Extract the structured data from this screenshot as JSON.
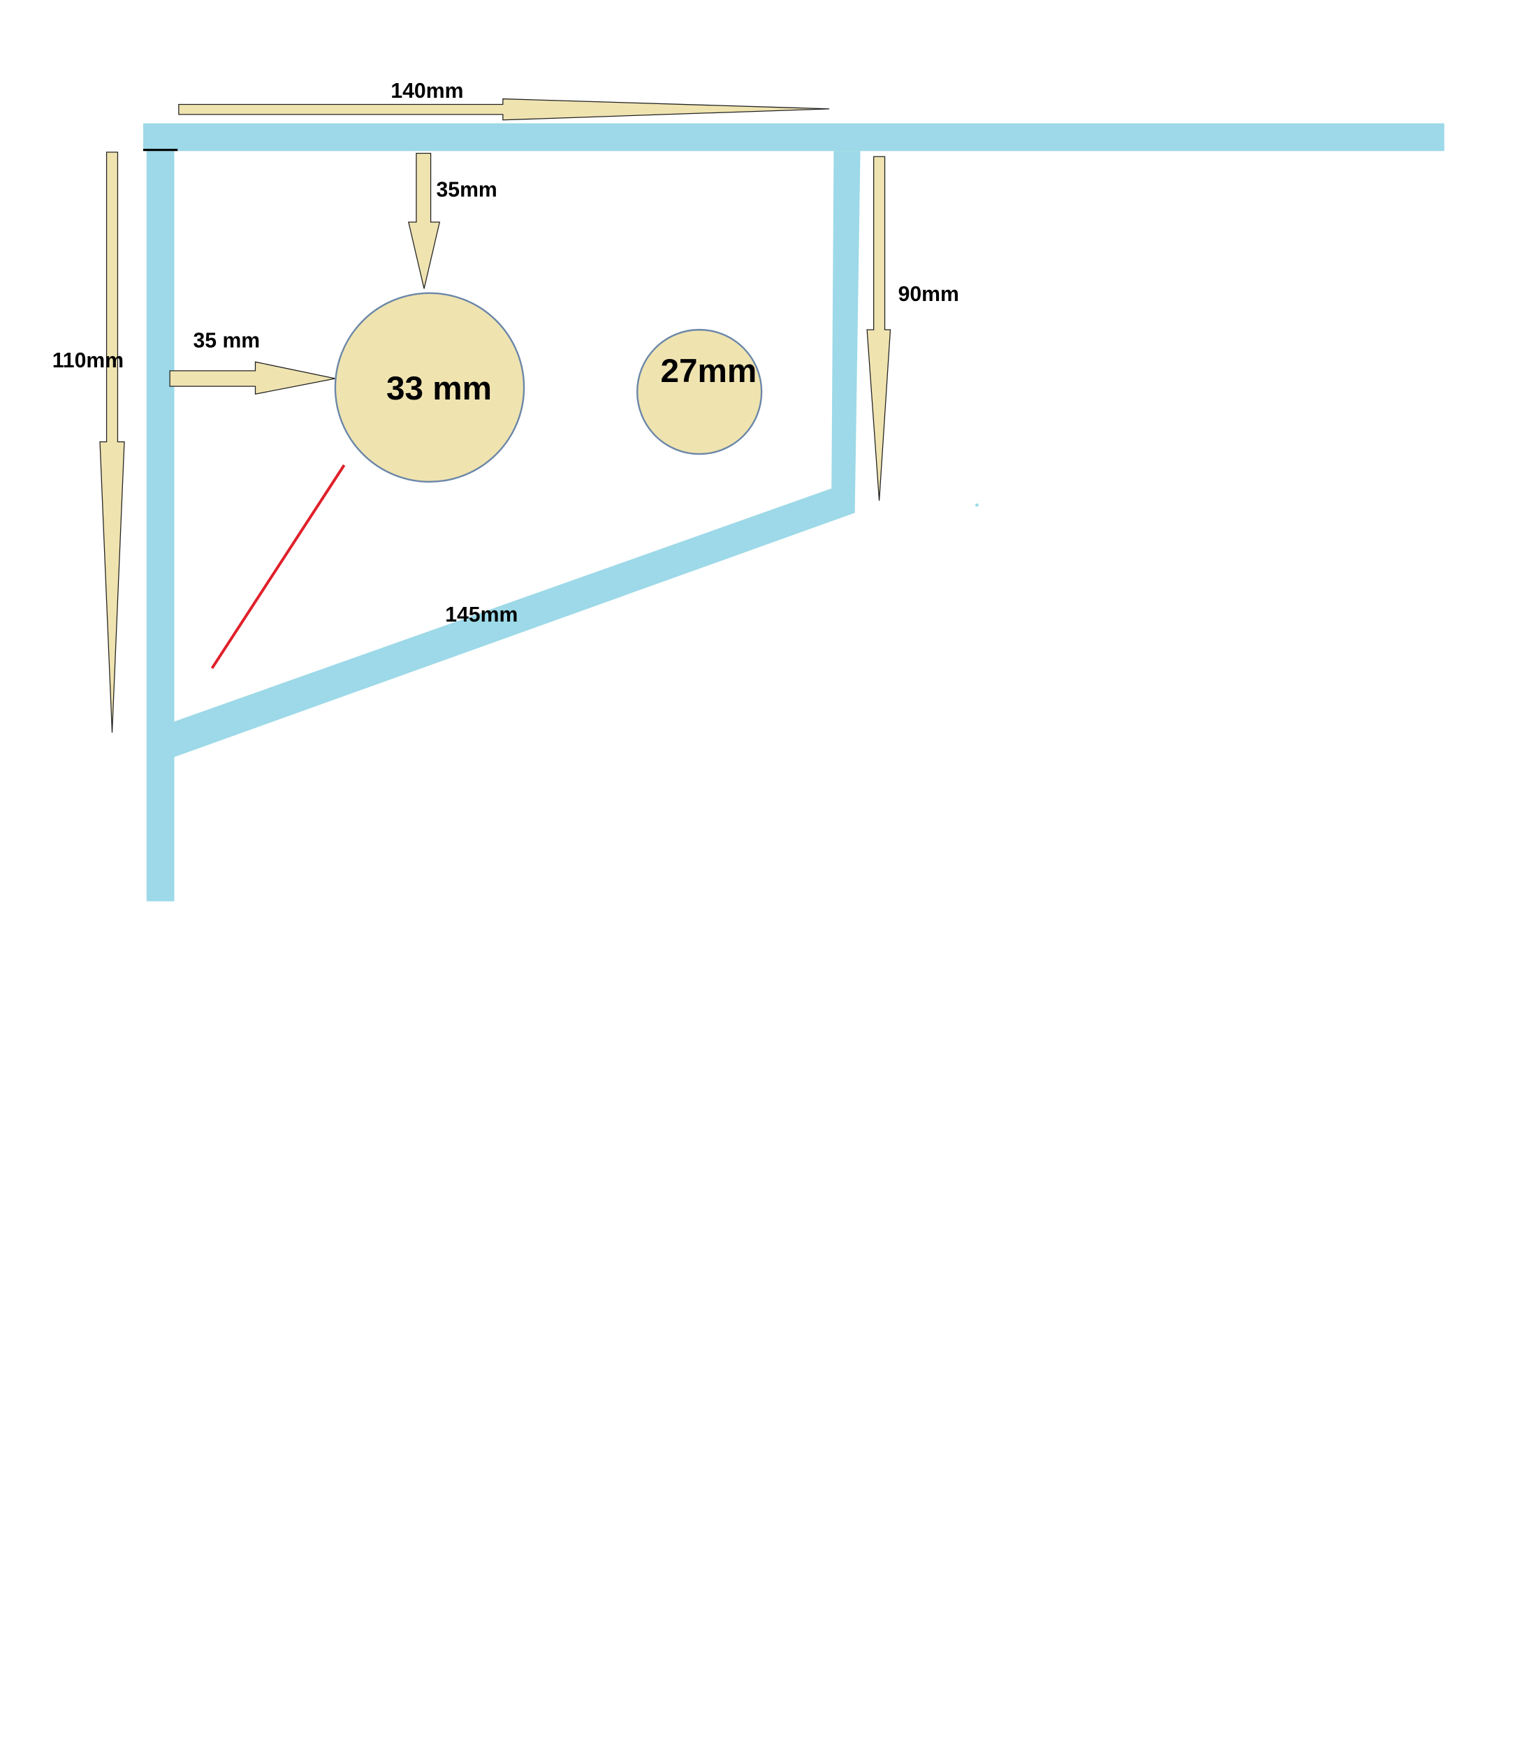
{
  "labels": {
    "top_width": "140mm",
    "top_offset": "35mm",
    "left_offset": "35 mm",
    "left_height": "110mm",
    "right_height": "90mm",
    "diagonal": "145mm",
    "hole_large": "33 mm",
    "hole_small": "27mm"
  },
  "colors": {
    "frame": "#9dd9e8",
    "arrow_fill": "#efe3b0",
    "hole_fill": "#efe3b0",
    "hole_stroke": "#6b87a8",
    "red_line": "#e0202a"
  }
}
